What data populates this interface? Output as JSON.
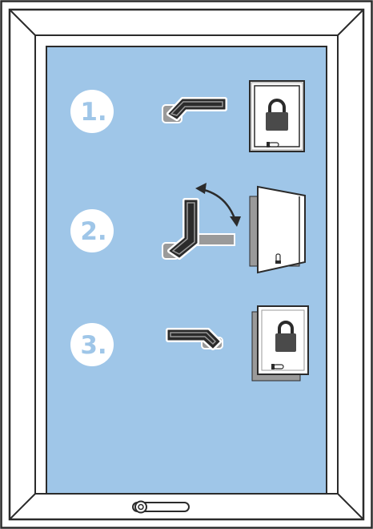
{
  "colors": {
    "pane": "#9fc6e8",
    "frame": "#ffffff",
    "outline": "#2b2b2b",
    "handle": "#2b2b2b",
    "handle_shadow": "#9a9a9a",
    "badge": "#ffffff"
  },
  "steps": [
    {
      "number": "1.",
      "handle": "horizontal",
      "sash": "locked",
      "icon": "padlock-icon"
    },
    {
      "number": "2.",
      "handle": "vertical",
      "sash": "tilted-open",
      "icon": "rotate-arrow-icon"
    },
    {
      "number": "3.",
      "handle": "horizontal",
      "sash": "locked",
      "icon": "padlock-icon"
    }
  ]
}
